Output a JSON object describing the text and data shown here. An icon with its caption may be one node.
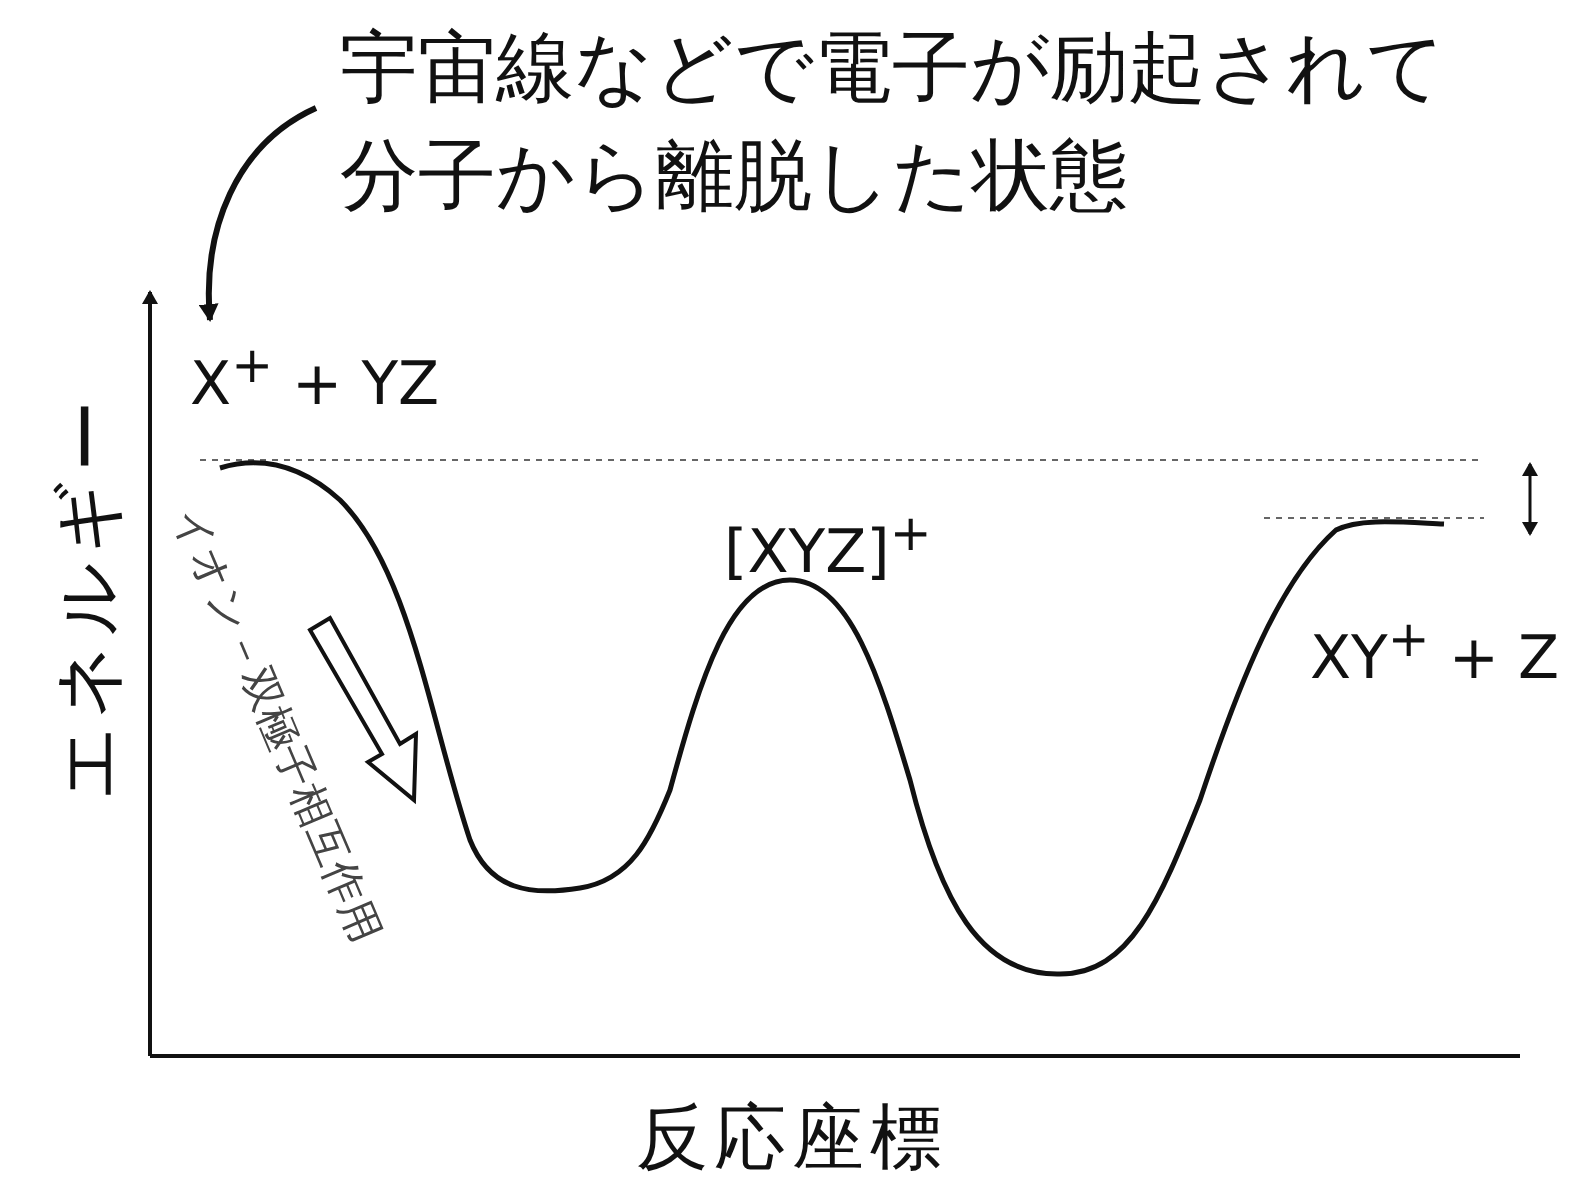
{
  "diagram": {
    "nodes": [
      {
        "text": [
          "宇宙線などで電子が励起されて分子から離脱した状態"
        ]
      },
      {
        "text": [
          "X$^{+}$ + YZ"
        ]
      }
    ],
    "edges": [
      {
        "from": 0,
        "to": 1,
        "arrow": "to"
      }
    ],
    "labels": [
      "[XYZ]$^{+}$",
      "XY$^{+}$ + Z",
      "イオン－双極子相互作用",
      "エネルギー",
      "反応座標"
    ]
  }
}
